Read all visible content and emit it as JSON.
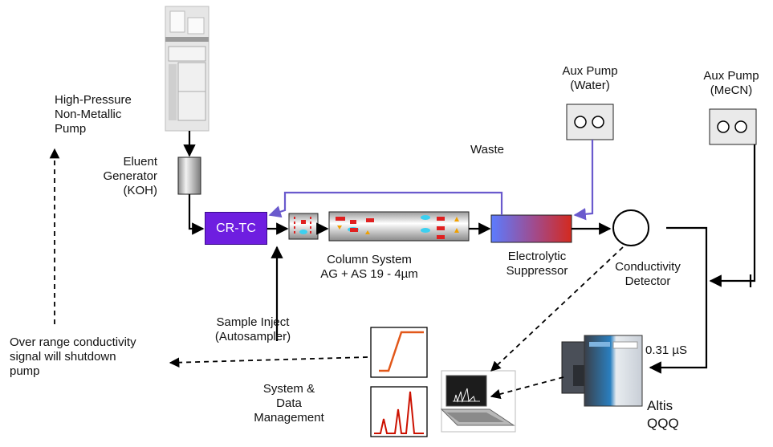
{
  "components": {
    "pump": {
      "lines": [
        "High-Pressure",
        "Non-Metallic",
        "Pump"
      ]
    },
    "eluent_generator": {
      "lines": [
        "Eluent",
        "Generator",
        "(KOH)"
      ]
    },
    "crtc": {
      "label": "CR-TC"
    },
    "column_system": {
      "lines": [
        "Column System",
        "AG + AS 19 - 4µm"
      ]
    },
    "suppressor": {
      "lines": [
        "Electrolytic",
        "Suppressor"
      ]
    },
    "waste": {
      "label": "Waste"
    },
    "aux_pump_water": {
      "lines": [
        "Aux Pump",
        "(Water)"
      ]
    },
    "aux_pump_mecn": {
      "lines": [
        "Aux Pump",
        "(MeCN)"
      ]
    },
    "conductivity_detector": {
      "lines": [
        "Conductivity",
        "Detector"
      ]
    },
    "sample_inject": {
      "lines": [
        "Sample Inject",
        "(Autosampler)"
      ]
    },
    "shutdown_note": {
      "lines": [
        "Over range conductivity",
        "signal will shutdown",
        "pump"
      ]
    },
    "system_data": {
      "lines": [
        "System &",
        "Data",
        "Management"
      ]
    },
    "conductivity_value": {
      "label": "0.31 µS"
    },
    "mass_spec": {
      "lines": [
        "Altis",
        "QQQ"
      ]
    }
  },
  "colors": {
    "flow_line": "#000000",
    "waste_line": "#6a5acd",
    "crtc_fill": "#6e1ee0",
    "suppressor_left": "#5b7cff",
    "suppressor_right": "#d42a1e",
    "trace": "#cc1100"
  },
  "icons": [
    "ic-instrument",
    "column-cartridge",
    "pump-heads",
    "laptop",
    "mass-spectrometer"
  ]
}
